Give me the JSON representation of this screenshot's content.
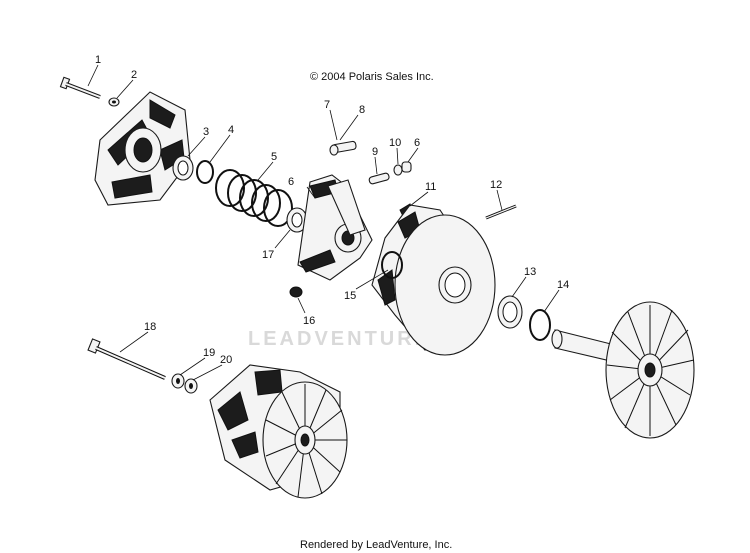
{
  "copyright": "© 2004 Polaris Sales Inc.",
  "watermark": "LEADVENTURE",
  "footer": "Rendered by LeadVenture, Inc.",
  "callouts": [
    "1",
    "2",
    "3",
    "4",
    "5",
    "6",
    "7",
    "8",
    "9",
    "10",
    "6",
    "11",
    "12",
    "13",
    "14",
    "15",
    "16",
    "17",
    "18",
    "19",
    "20"
  ]
}
